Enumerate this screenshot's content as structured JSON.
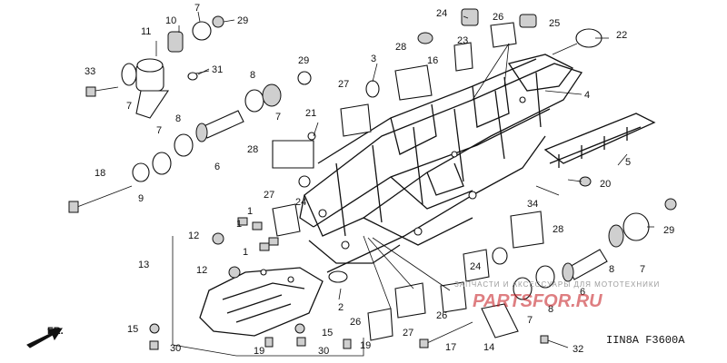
{
  "diagram_code": "IIN8A F3600A",
  "watermark_top": "ЗАПЧАСТИ И АКСЕССУАРЫ ДЛЯ МОТОТЕХНИКИ",
  "watermark_main": "PARTSFOR.RU",
  "front_label": "FR.",
  "callouts": [
    "1",
    "2",
    "3",
    "4",
    "5",
    "6",
    "7",
    "8",
    "9",
    "10",
    "11",
    "12",
    "13",
    "14",
    "15",
    "16",
    "17",
    "18",
    "19",
    "20",
    "21",
    "22",
    "23",
    "24",
    "25",
    "26",
    "27",
    "28",
    "29",
    "30",
    "31",
    "32",
    "33",
    "34"
  ]
}
